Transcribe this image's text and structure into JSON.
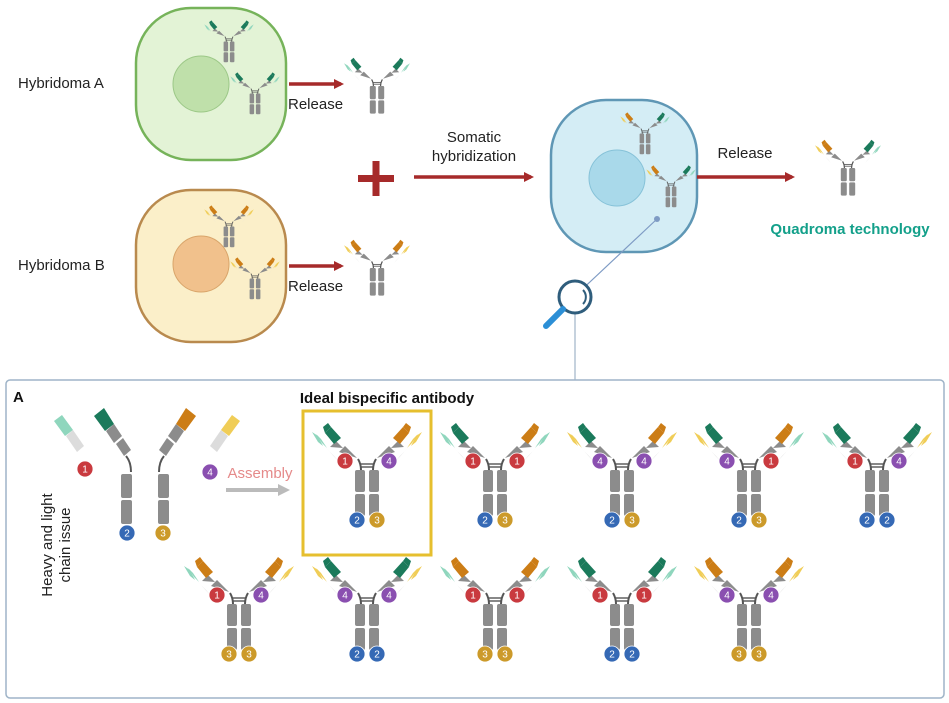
{
  "top": {
    "hybridoma_a_label": "Hybridoma A",
    "hybridoma_b_label": "Hybridoma B",
    "release_a_label": "Release",
    "release_b_label": "Release",
    "somatic_label_line1": "Somatic",
    "somatic_label_line2": "hybridization",
    "release_quadroma_label": "Release",
    "quadroma_label": "Quadroma technology"
  },
  "panel": {
    "letter": "A",
    "title": "Ideal bispecific antibody",
    "side_label_line1": "Heavy and light",
    "side_label_line2": "chain issue",
    "assembly_label": "Assembly",
    "chain_numbers": [
      "1",
      "2",
      "3",
      "4"
    ]
  },
  "combinations": [
    {
      "top": [
        "1",
        "4"
      ],
      "bottom": [
        "2",
        "3"
      ]
    },
    {
      "top": [
        "1",
        "1"
      ],
      "bottom": [
        "2",
        "3"
      ]
    },
    {
      "top": [
        "4",
        "4"
      ],
      "bottom": [
        "2",
        "3"
      ]
    },
    {
      "top": [
        "4",
        "1"
      ],
      "bottom": [
        "2",
        "3"
      ]
    },
    {
      "top": [
        "1",
        "4"
      ],
      "bottom": [
        "2",
        "2"
      ]
    },
    {
      "top": [
        "1",
        "4"
      ],
      "bottom": [
        "3",
        "3"
      ]
    },
    {
      "top": [
        "4",
        "4"
      ],
      "bottom": [
        "2",
        "2"
      ]
    },
    {
      "top": [
        "1",
        "1"
      ],
      "bottom": [
        "3",
        "3"
      ]
    },
    {
      "top": [
        "1",
        "1"
      ],
      "bottom": [
        "2",
        "2"
      ]
    },
    {
      "top": [
        "4",
        "4"
      ],
      "bottom": [
        "3",
        "3"
      ]
    }
  ],
  "colors": {
    "hybridoma_a_fill": "#e3f3d6",
    "hybridoma_a_stroke": "#76b35a",
    "hybridoma_a_nucleus": "#bfe0aa",
    "hybridoma_b_fill": "#fbefc9",
    "hybridoma_b_stroke": "#b98a4e",
    "hybridoma_b_nucleus": "#f1c18c",
    "quadroma_fill": "#d4edf5",
    "quadroma_stroke": "#5f97b5",
    "quadroma_nucleus": "#a9d9ea",
    "arrow": "#a62a2a",
    "quadroma_text": "#13a08a",
    "panel_border": "#9fb4c8",
    "highlight_box": "#e6bf2e",
    "assembly_arrow": "#bbbbbb",
    "assembly_text": "#e58a8a",
    "badge_1": "#c93a3f",
    "badge_2": "#3569b5",
    "badge_3": "#cc9a2a",
    "badge_4": "#8a4fb0",
    "heavy_grey": "#8c8c8c",
    "dark_green": "#1b7a5b",
    "light_green": "#8fd6bd",
    "orange": "#cc7d16",
    "yellow": "#f0cd57",
    "light_grey": "#dcdcdc"
  },
  "icons": [
    "antibody-icon",
    "magnifier-icon",
    "plus-icon",
    "arrow-icon"
  ]
}
